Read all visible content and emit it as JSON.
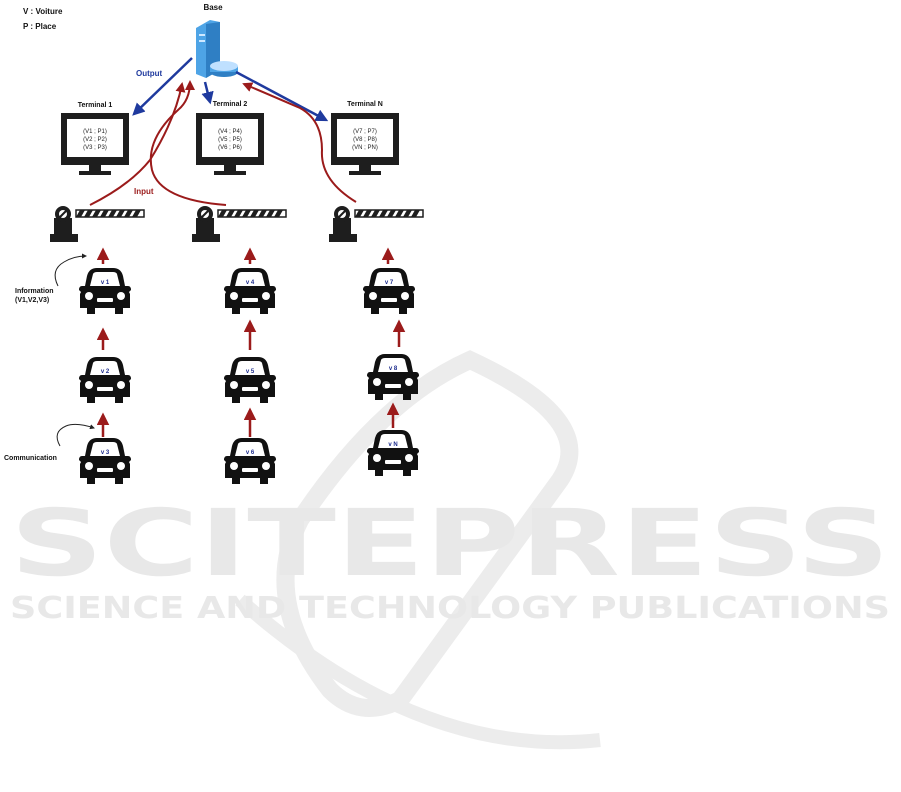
{
  "legend": {
    "v": "V : Voiture",
    "p": "P : Place"
  },
  "base_label": "Base",
  "output_label": "Output",
  "input_label": "Input",
  "terminals": [
    {
      "name": "Terminal 1",
      "lines": [
        "(V1 ; P1)",
        "(V2 ; P2)",
        "(V3 ; P3)"
      ]
    },
    {
      "name": "Terminal 2",
      "lines": [
        "(V4 ; P4)",
        "(V5 ; P5)",
        "(V6 ; P6)"
      ]
    },
    {
      "name": "Terminal N",
      "lines": [
        "(V7 ; P7)",
        "(V8 ; P8)",
        "(VN ; PN)"
      ]
    }
  ],
  "cars": [
    [
      "v 1",
      "v 2",
      "v 3"
    ],
    [
      "v 4",
      "v 5",
      "v 6"
    ],
    [
      "v 7",
      "v 8",
      "v N"
    ]
  ],
  "annotations": {
    "information": [
      "Information",
      "(V1,V2,V3)"
    ],
    "communication": "Communication"
  },
  "watermark": {
    "title": "SCITEPRESS",
    "subtitle": "SCIENCE AND TECHNOLOGY PUBLICATIONS"
  },
  "colors": {
    "output_arrow": "#1f3a9e",
    "input_arrow": "#9b1b1b",
    "car_label": "#1a2a8c",
    "watermark": "#e6e6e6"
  }
}
